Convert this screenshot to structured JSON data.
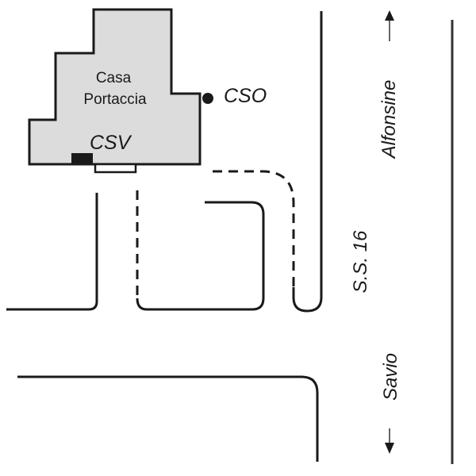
{
  "building": {
    "name_line1": "Casa",
    "name_line2": "Portaccia",
    "fill_color": "#dcdcdc"
  },
  "markers": {
    "cso_label": "CSO",
    "csv_label": "CSV"
  },
  "roads": {
    "highway_label": "S.S. 16",
    "north_destination": "Alfonsine",
    "south_destination": "Savio"
  }
}
